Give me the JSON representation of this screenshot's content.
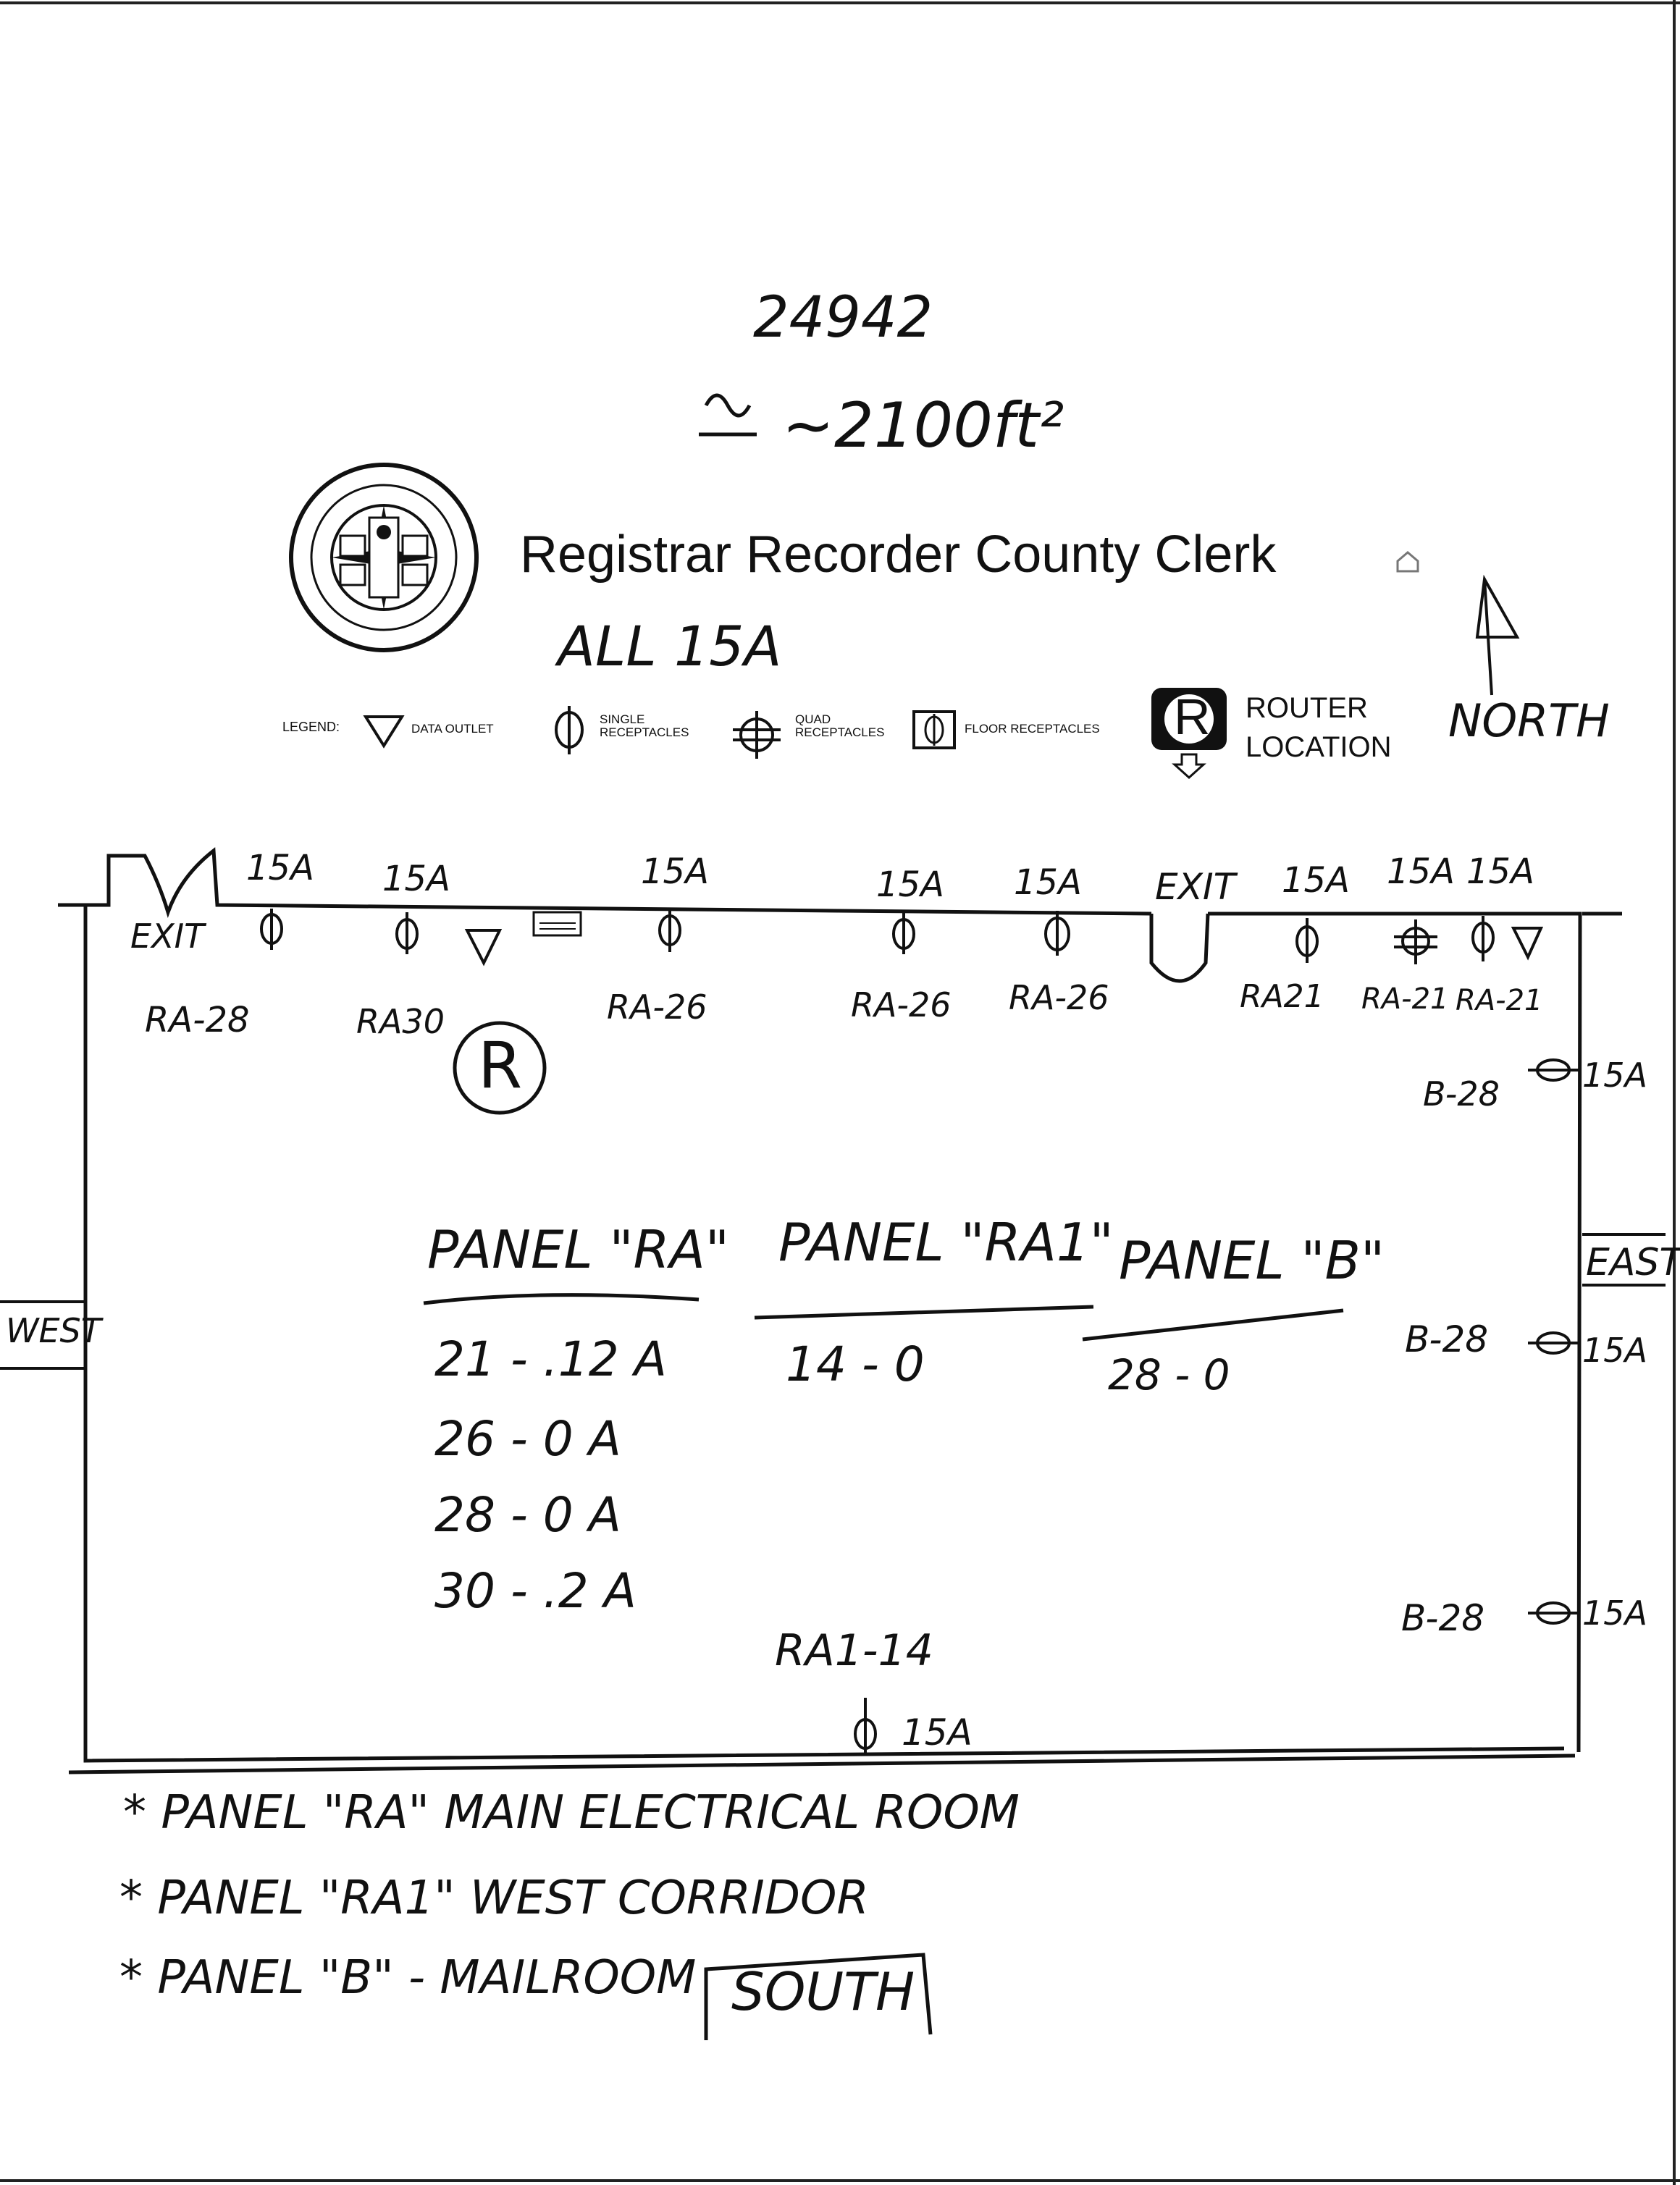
{
  "header": {
    "top_number": "24942",
    "area": "~2100ft²",
    "title": "Registrar Recorder County Clerk",
    "subtitle": "ALL 15A",
    "seal_icon": "county-seal-icon",
    "home_icon": "home-icon"
  },
  "legend": {
    "label": "LEGEND:",
    "items": [
      {
        "icon": "triangle-data-outlet-icon",
        "text": "DATA OUTLET"
      },
      {
        "icon": "single-receptacle-icon",
        "text": "SINGLE RECEPTACLES"
      },
      {
        "icon": "quad-receptacle-icon",
        "text": "QUAD RECEPTACLES"
      },
      {
        "icon": "floor-receptacle-icon",
        "text": "FLOOR RECEPTACLES"
      },
      {
        "icon": "router-icon",
        "text": "ROUTER LOCATION"
      }
    ],
    "router_line1": "ROUTER",
    "router_line2": "LOCATION"
  },
  "compass": {
    "north": "NORTH",
    "south": "SOUTH",
    "east": "EAST",
    "west": "WEST"
  },
  "plan": {
    "exit_left": "EXIT",
    "exit_right": "EXIT",
    "router_mark": "R",
    "top_outlets": [
      {
        "amp": "15A",
        "label": "RA-28"
      },
      {
        "amp": "15A",
        "label": "RA30"
      },
      {
        "amp": "15A",
        "label": "RA-26"
      },
      {
        "amp": "15A",
        "label": "RA-26"
      },
      {
        "amp": "15A",
        "label": "RA-26"
      },
      {
        "amp": "15A",
        "label": "RA21"
      },
      {
        "amp": "15A",
        "label": "RA-21"
      },
      {
        "amp": "15A",
        "label": "RA-21"
      }
    ],
    "east_outlets": [
      {
        "label": "B-28",
        "amp": "15A"
      },
      {
        "label": "B-28",
        "amp": "15A"
      },
      {
        "label": "B-28",
        "amp": "15A"
      }
    ],
    "south_outlet": {
      "label": "RA1-14",
      "amp": "15A"
    },
    "panels": [
      {
        "title": "PANEL \"RA\"",
        "rows": [
          "21 - .12 A",
          "26 - 0 A",
          "28 - 0 A",
          "30 - .2 A"
        ]
      },
      {
        "title": "PANEL \"RA1\"",
        "rows": [
          "14 - 0"
        ]
      },
      {
        "title": "PANEL \"B\"",
        "rows": [
          "28 - 0"
        ]
      }
    ]
  },
  "notes": [
    "* PANEL \"RA\" MAIN ELECTRICAL ROOM",
    "* PANEL \"RA1\" WEST CORRIDOR",
    "* PANEL \"B\" - MAILROOM"
  ]
}
